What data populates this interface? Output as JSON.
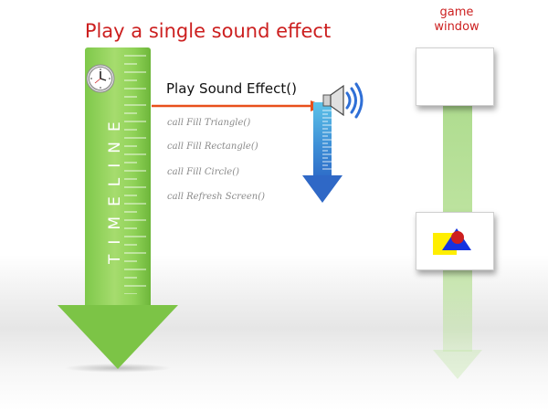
{
  "title": "Play a single sound effect",
  "timeline_label": "TIMELINE",
  "play_label": "Play Sound Effect()",
  "calls": [
    "call Fill Triangle()",
    "call Fill Rectangle()",
    "call Fill Circle()",
    "call Refresh Screen()"
  ],
  "game_window_label": [
    "game",
    "window"
  ],
  "colors": {
    "title": "#cc1f1f",
    "timeline_green": "#7cc446",
    "call_arrow": "#e8501c",
    "sfx_blue": "#2f68c6",
    "shape_yellow": "#ffee00",
    "shape_blue": "#1432e0",
    "shape_red": "#cc1f1f"
  },
  "icons": [
    "clock-icon",
    "speaker-icon"
  ]
}
